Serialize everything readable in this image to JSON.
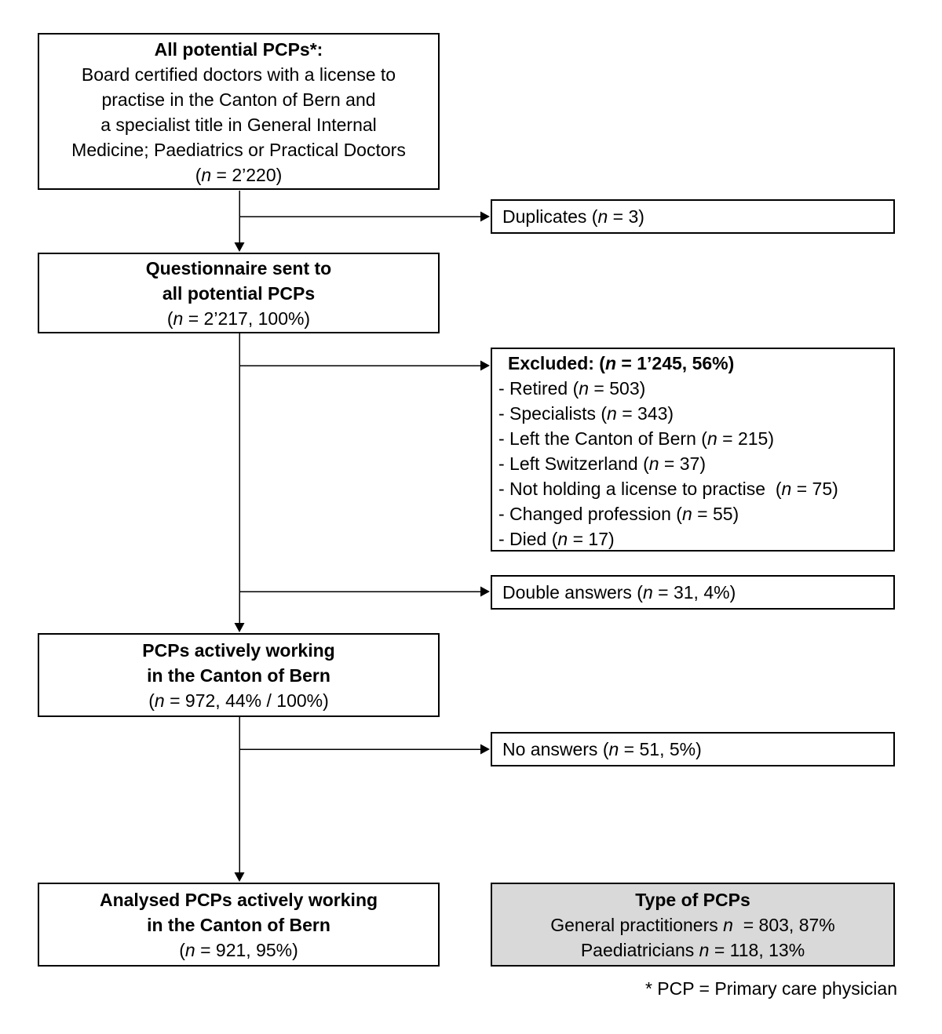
{
  "colors": {
    "box_border": "#000000",
    "box_fill": "#ffffff",
    "shaded_box_fill": "#d9d9d9",
    "text": "#000000",
    "background": "#ffffff"
  },
  "boxes": {
    "all_potential_pcps": {
      "lines": [
        {
          "b": true,
          "s": [
            {
              "t": "All potential PCPs*:"
            }
          ]
        },
        {
          "s": [
            {
              "t": "Board certified doctors with a license to"
            }
          ]
        },
        {
          "s": [
            {
              "t": "practise in the Canton of Bern and"
            }
          ]
        },
        {
          "s": [
            {
              "t": "a specialist title in General Internal"
            }
          ]
        },
        {
          "s": [
            {
              "t": "Medicine; Paediatrics or Practical Doctors"
            }
          ]
        },
        {
          "s": [
            {
              "t": "("
            },
            {
              "t": "n",
              "i": true
            },
            {
              "t": " = 2’220)"
            }
          ]
        }
      ]
    },
    "duplicates": {
      "lines": [
        {
          "s": [
            {
              "t": "Duplicates ("
            },
            {
              "t": "n",
              "i": true
            },
            {
              "t": " = 3)"
            }
          ]
        }
      ]
    },
    "questionnaire_sent": {
      "lines": [
        {
          "b": true,
          "s": [
            {
              "t": "Questionnaire sent to"
            }
          ]
        },
        {
          "b": true,
          "s": [
            {
              "t": "all potential PCPs"
            }
          ]
        },
        {
          "s": [
            {
              "t": "("
            },
            {
              "t": "n",
              "i": true
            },
            {
              "t": " = 2’217, 100%)"
            }
          ]
        }
      ]
    },
    "excluded": {
      "lines": [
        {
          "b": true,
          "s": [
            {
              "t": "Excluded: ("
            },
            {
              "t": "n",
              "i": true
            },
            {
              "t": " = 1’245, 56%)"
            }
          ]
        },
        {
          "s": [
            {
              "t": "- Retired ("
            },
            {
              "t": "n",
              "i": true
            },
            {
              "t": " = 503)"
            }
          ]
        },
        {
          "s": [
            {
              "t": "- Specialists ("
            },
            {
              "t": "n",
              "i": true
            },
            {
              "t": " = 343)"
            }
          ]
        },
        {
          "s": [
            {
              "t": "- Left the Canton of Bern ("
            },
            {
              "t": "n",
              "i": true
            },
            {
              "t": " = 215)"
            }
          ]
        },
        {
          "s": [
            {
              "t": "- Left Switzerland ("
            },
            {
              "t": "n",
              "i": true
            },
            {
              "t": " = 37)"
            }
          ]
        },
        {
          "s": [
            {
              "t": "- Not holding a license to practise  ("
            },
            {
              "t": "n",
              "i": true
            },
            {
              "t": " = 75)"
            }
          ]
        },
        {
          "s": [
            {
              "t": "- Changed profession ("
            },
            {
              "t": "n",
              "i": true
            },
            {
              "t": " = 55)"
            }
          ]
        },
        {
          "s": [
            {
              "t": "- Died ("
            },
            {
              "t": "n",
              "i": true
            },
            {
              "t": " = 17)"
            }
          ]
        }
      ]
    },
    "double_answers": {
      "lines": [
        {
          "s": [
            {
              "t": "Double answers ("
            },
            {
              "t": "n",
              "i": true
            },
            {
              "t": " = 31, 4%)"
            }
          ]
        }
      ]
    },
    "active_pcps": {
      "lines": [
        {
          "b": true,
          "s": [
            {
              "t": "PCPs actively working"
            }
          ]
        },
        {
          "b": true,
          "s": [
            {
              "t": "in the Canton of Bern"
            }
          ]
        },
        {
          "s": [
            {
              "t": "("
            },
            {
              "t": "n",
              "i": true
            },
            {
              "t": " = 972, 44% / 100%)"
            }
          ]
        }
      ]
    },
    "no_answers": {
      "lines": [
        {
          "s": [
            {
              "t": "No answers ("
            },
            {
              "t": "n",
              "i": true
            },
            {
              "t": " = 51, 5%)"
            }
          ]
        }
      ]
    },
    "analysed_pcps": {
      "lines": [
        {
          "b": true,
          "s": [
            {
              "t": "Analysed PCPs actively working"
            }
          ]
        },
        {
          "b": true,
          "s": [
            {
              "t": "in the Canton of Bern"
            }
          ]
        },
        {
          "s": [
            {
              "t": "("
            },
            {
              "t": "n",
              "i": true
            },
            {
              "t": " = 921, 95%)"
            }
          ]
        }
      ]
    },
    "type_of_pcps": {
      "lines": [
        {
          "b": true,
          "s": [
            {
              "t": "Type of PCPs"
            }
          ]
        },
        {
          "s": [
            {
              "t": "General practitioners "
            },
            {
              "t": "n",
              "i": true
            },
            {
              "t": "  = 803, 87%"
            }
          ]
        },
        {
          "s": [
            {
              "t": "Paediatricians "
            },
            {
              "t": "n",
              "i": true
            },
            {
              "t": " = 118, 13%"
            }
          ]
        }
      ]
    }
  },
  "footnote": {
    "text": "* PCP = Primary care physician"
  }
}
